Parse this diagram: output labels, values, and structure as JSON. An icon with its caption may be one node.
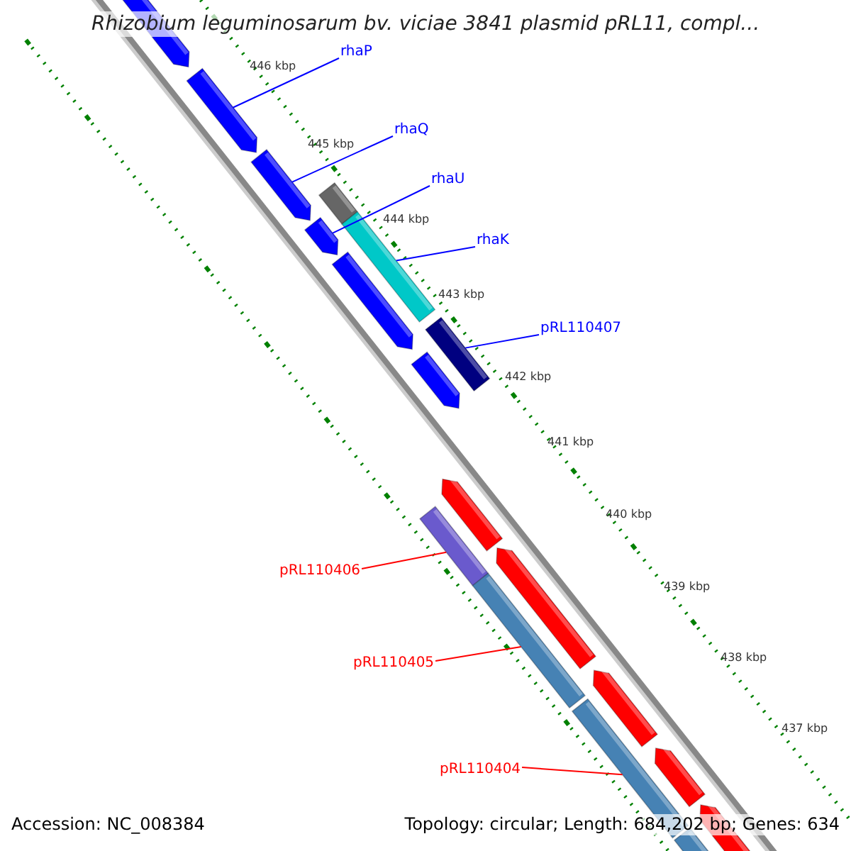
{
  "diagram": {
    "title": "Rhizobium leguminosarum bv. viciae 3841 plasmid pRL11, compl...",
    "nodes": [
      {
        "text": [
          "rhaP"
        ]
      },
      {
        "text": [
          "rhaQ"
        ]
      },
      {
        "text": [
          "rhaU"
        ]
      },
      {
        "text": [
          "rhaK"
        ]
      },
      {
        "text": [
          "pRL110407"
        ]
      },
      {
        "text": [
          "pRL110406"
        ]
      },
      {
        "text": [
          "pRL110405"
        ]
      },
      {
        "text": [
          "pRL110404"
        ]
      },
      {
        "text": [],
        "shape": "bar"
      },
      {
        "text": [],
        "shape": "bar"
      },
      {
        "text": [],
        "shape": "bar"
      },
      {
        "text": [],
        "shape": "bar"
      },
      {
        "text": [],
        "shape": "bar"
      },
      {
        "text": [],
        "shape": "bar"
      },
      {
        "text": [],
        "shape": "bar"
      },
      {
        "text": [],
        "shape": "bar"
      }
    ],
    "edges": [
      {
        "from": 0,
        "to": 8,
        "arrow": "none"
      },
      {
        "from": 1,
        "to": 9,
        "arrow": "none"
      },
      {
        "from": 2,
        "to": 10,
        "arrow": "none"
      },
      {
        "from": 3,
        "to": 11,
        "arrow": "none"
      },
      {
        "from": 4,
        "to": 12,
        "arrow": "none"
      },
      {
        "from": 5,
        "to": 13,
        "arrow": "none",
        "color": "#ff0000"
      },
      {
        "from": 6,
        "to": 14,
        "arrow": "none",
        "color": "#ff0000"
      },
      {
        "from": 7,
        "to": 15,
        "arrow": "none",
        "color": "#ff0000"
      }
    ],
    "labels": [
      "446 kbp",
      "445 kbp",
      "444 kbp",
      "443 kbp",
      "442 kbp",
      "441 kbp",
      "440 kbp",
      "439 kbp",
      "438 kbp",
      "437 kbp",
      "Accession: NC_008384",
      "Topology: circular; Length: 684,202 bp; Genes: 634"
    ]
  }
}
